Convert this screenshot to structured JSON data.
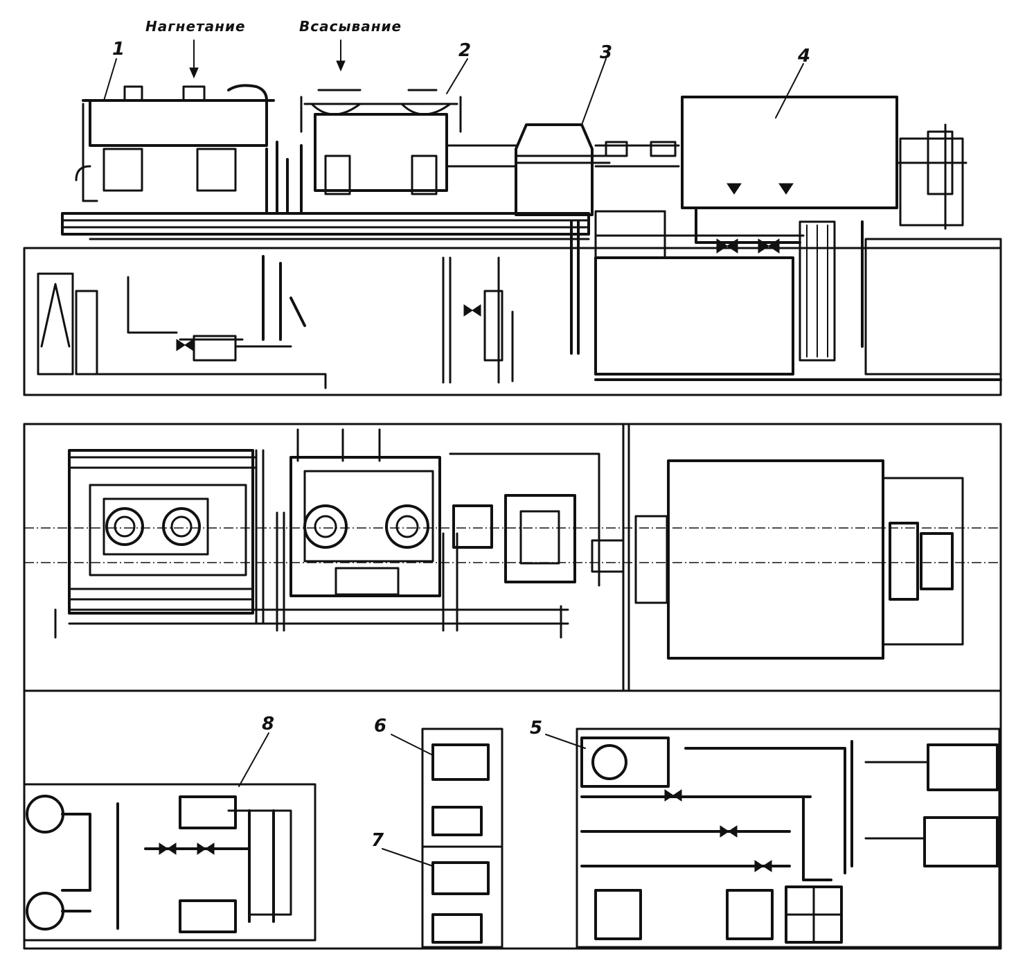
{
  "captions": {
    "discharge": "Нагнетание",
    "suction": "Всасывание"
  },
  "callouts": {
    "n1": "1",
    "n2": "2",
    "n3": "3",
    "n4": "4",
    "n5": "5",
    "n6": "6",
    "n7": "7",
    "n8": "8"
  },
  "colors": {
    "ink": "#111111",
    "paper": "#ffffff"
  }
}
